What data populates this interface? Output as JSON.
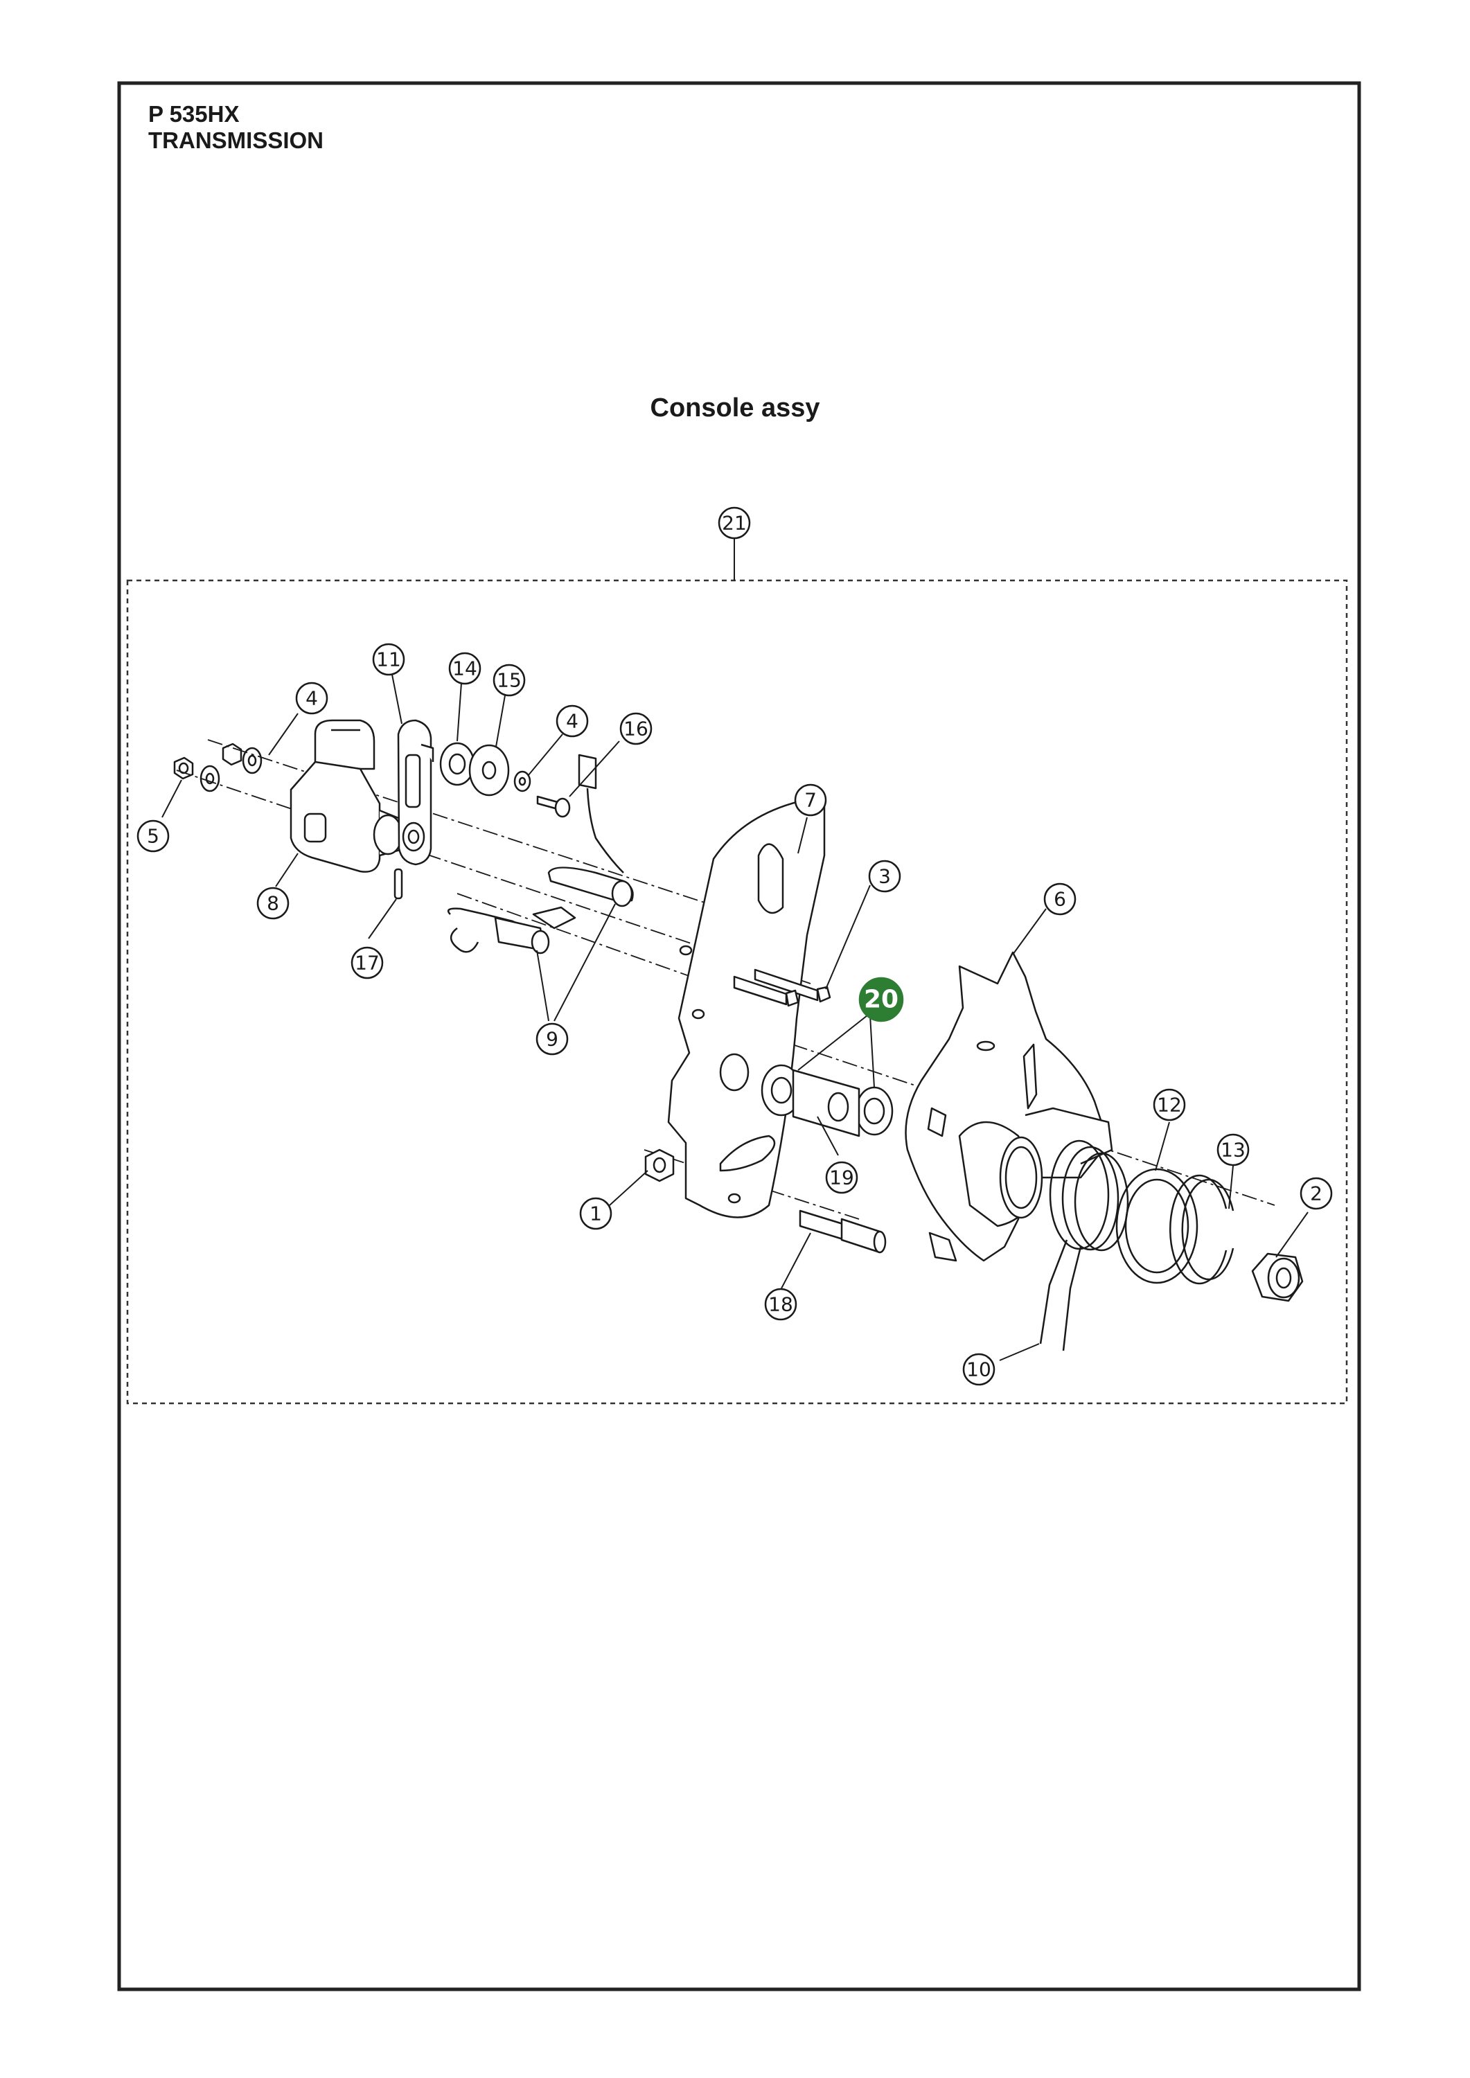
{
  "header": {
    "model": "P 535HX",
    "section": "TRANSMISSION"
  },
  "diagram_title": "Console assy",
  "highlighted_part": "20",
  "colors": {
    "highlight": "#2d7d32",
    "line": "#1a1a1a",
    "frame": "#222222"
  },
  "callouts": [
    {
      "label": "21",
      "highlighted": false
    },
    {
      "label": "11",
      "highlighted": false
    },
    {
      "label": "14",
      "highlighted": false
    },
    {
      "label": "15",
      "highlighted": false
    },
    {
      "label": "4",
      "highlighted": false
    },
    {
      "label": "4",
      "highlighted": false
    },
    {
      "label": "16",
      "highlighted": false
    },
    {
      "label": "5",
      "highlighted": false
    },
    {
      "label": "8",
      "highlighted": false
    },
    {
      "label": "17",
      "highlighted": false
    },
    {
      "label": "7",
      "highlighted": false
    },
    {
      "label": "3",
      "highlighted": false
    },
    {
      "label": "6",
      "highlighted": false
    },
    {
      "label": "9",
      "highlighted": false
    },
    {
      "label": "20",
      "highlighted": true
    },
    {
      "label": "19",
      "highlighted": false
    },
    {
      "label": "1",
      "highlighted": false
    },
    {
      "label": "18",
      "highlighted": false
    },
    {
      "label": "12",
      "highlighted": false
    },
    {
      "label": "13",
      "highlighted": false
    },
    {
      "label": "2",
      "highlighted": false
    },
    {
      "label": "10",
      "highlighted": false
    }
  ]
}
